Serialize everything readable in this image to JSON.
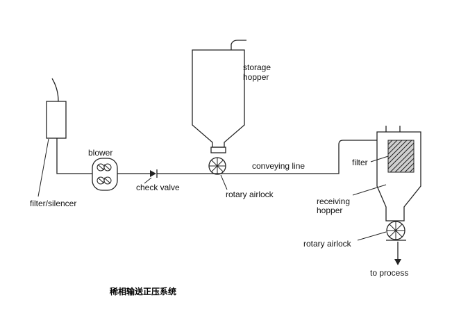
{
  "labels": {
    "storage_hopper_line1": "storage",
    "storage_hopper_line2": "hopper",
    "blower": "blower",
    "check_valve": "check valve",
    "rotary_airlock_top": "rotary airlock",
    "conveying_line": "conveying line",
    "filter": "filter",
    "filter_silencer": "filter/silencer",
    "receiving_hopper_line1": "receiving",
    "receiving_hopper_line2": "hopper",
    "rotary_airlock_bottom": "rotary airlock",
    "to_process": "to process"
  },
  "caption": "稀相输送正压系统"
}
